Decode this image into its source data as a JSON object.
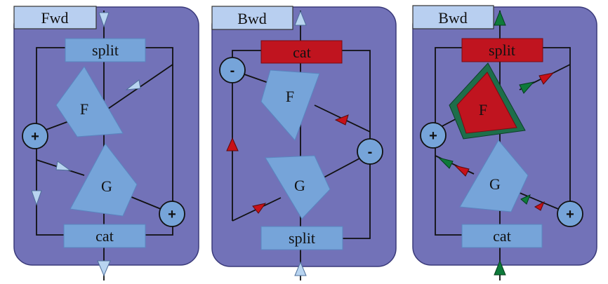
{
  "panels": [
    {
      "tab": "Fwd",
      "top_box": "split",
      "bottom_box": "cat",
      "upper_block": "F",
      "lower_block": "G",
      "op_left": "+",
      "op_right": "+"
    },
    {
      "tab": "Bwd",
      "top_box": "cat",
      "bottom_box": "split",
      "upper_block": "F",
      "lower_block": "G",
      "op_left": "-",
      "op_right": "-"
    },
    {
      "tab": "Bwd",
      "top_box": "split",
      "bottom_box": "cat",
      "upper_block": "F",
      "lower_block": "G",
      "op_left": "+",
      "op_right": "+"
    }
  ],
  "colors": {
    "panel_bg": "#7272b8",
    "box_blue": "#76a4d9",
    "box_red": "#c0141f",
    "tab_bg": "#b8cff0",
    "arrow_light": "#b8d4f0",
    "arrow_red": "#c81018",
    "arrow_green": "#0e7a3a",
    "highlight_border": "#1d6e4a"
  }
}
